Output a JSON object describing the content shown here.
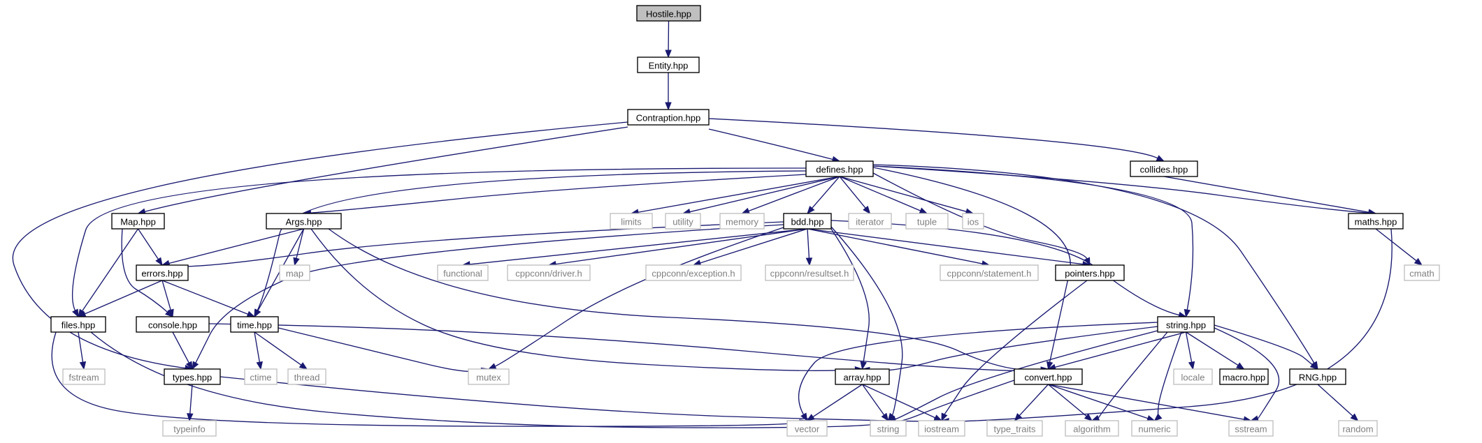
{
  "colors": {
    "edge": "#191970",
    "root_fill": "#bfbfbf",
    "local_border": "#000000",
    "system_border": "#bfbfbf",
    "local_text": "#000000",
    "system_text": "#7f7f7f",
    "background": "#ffffff"
  },
  "nodes": [
    {
      "id": "hostile",
      "label": "Hostile.hpp",
      "kind": "root"
    },
    {
      "id": "entity",
      "label": "Entity.hpp",
      "kind": "local"
    },
    {
      "id": "contraption",
      "label": "Contraption.hpp",
      "kind": "local"
    },
    {
      "id": "defines",
      "label": "defines.hpp",
      "kind": "local"
    },
    {
      "id": "collides",
      "label": "collides.hpp",
      "kind": "local"
    },
    {
      "id": "map",
      "label": "Map.hpp",
      "kind": "local"
    },
    {
      "id": "args",
      "label": "Args.hpp",
      "kind": "local"
    },
    {
      "id": "limits",
      "label": "limits",
      "kind": "system"
    },
    {
      "id": "utility",
      "label": "utility",
      "kind": "system"
    },
    {
      "id": "memory",
      "label": "memory",
      "kind": "system"
    },
    {
      "id": "bdd",
      "label": "bdd.hpp",
      "kind": "local"
    },
    {
      "id": "iterator",
      "label": "iterator",
      "kind": "system"
    },
    {
      "id": "tuple",
      "label": "tuple",
      "kind": "system"
    },
    {
      "id": "ios",
      "label": "ios",
      "kind": "system"
    },
    {
      "id": "maths",
      "label": "maths.hpp",
      "kind": "local"
    },
    {
      "id": "errors",
      "label": "errors.hpp",
      "kind": "local"
    },
    {
      "id": "mapstd",
      "label": "map",
      "kind": "system"
    },
    {
      "id": "functional",
      "label": "functional",
      "kind": "system"
    },
    {
      "id": "driver",
      "label": "cppconn/driver.h",
      "kind": "system"
    },
    {
      "id": "exception",
      "label": "cppconn/exception.h",
      "kind": "system"
    },
    {
      "id": "resultset",
      "label": "cppconn/resultset.h",
      "kind": "system"
    },
    {
      "id": "statement",
      "label": "cppconn/statement.h",
      "kind": "system"
    },
    {
      "id": "pointers",
      "label": "pointers.hpp",
      "kind": "local"
    },
    {
      "id": "cmath",
      "label": "cmath",
      "kind": "system"
    },
    {
      "id": "files",
      "label": "files.hpp",
      "kind": "local"
    },
    {
      "id": "console",
      "label": "console.hpp",
      "kind": "local"
    },
    {
      "id": "time",
      "label": "time.hpp",
      "kind": "local"
    },
    {
      "id": "stringh",
      "label": "string.hpp",
      "kind": "local"
    },
    {
      "id": "fstream",
      "label": "fstream",
      "kind": "system"
    },
    {
      "id": "types",
      "label": "types.hpp",
      "kind": "local"
    },
    {
      "id": "ctime",
      "label": "ctime",
      "kind": "system"
    },
    {
      "id": "thread",
      "label": "thread",
      "kind": "system"
    },
    {
      "id": "mutex",
      "label": "mutex",
      "kind": "system"
    },
    {
      "id": "array",
      "label": "array.hpp",
      "kind": "local"
    },
    {
      "id": "convert",
      "label": "convert.hpp",
      "kind": "local"
    },
    {
      "id": "locale",
      "label": "locale",
      "kind": "system"
    },
    {
      "id": "macro",
      "label": "macro.hpp",
      "kind": "local"
    },
    {
      "id": "rng",
      "label": "RNG.hpp",
      "kind": "local"
    },
    {
      "id": "typeinfo",
      "label": "typeinfo",
      "kind": "system"
    },
    {
      "id": "vector",
      "label": "vector",
      "kind": "system"
    },
    {
      "id": "string",
      "label": "string",
      "kind": "system"
    },
    {
      "id": "iostream",
      "label": "iostream",
      "kind": "system"
    },
    {
      "id": "type_traits",
      "label": "type_traits",
      "kind": "system"
    },
    {
      "id": "algorithm",
      "label": "algorithm",
      "kind": "system"
    },
    {
      "id": "numeric",
      "label": "numeric",
      "kind": "system"
    },
    {
      "id": "sstream",
      "label": "sstream",
      "kind": "system"
    },
    {
      "id": "random",
      "label": "random",
      "kind": "system"
    }
  ],
  "edges": [
    [
      "hostile",
      "entity"
    ],
    [
      "entity",
      "contraption"
    ],
    [
      "contraption",
      "defines"
    ],
    [
      "contraption",
      "collides"
    ],
    [
      "contraption",
      "map"
    ],
    [
      "contraption",
      "types"
    ],
    [
      "collides",
      "maths"
    ],
    [
      "defines",
      "limits"
    ],
    [
      "defines",
      "utility"
    ],
    [
      "defines",
      "memory"
    ],
    [
      "defines",
      "bdd"
    ],
    [
      "defines",
      "iterator"
    ],
    [
      "defines",
      "tuple"
    ],
    [
      "defines",
      "ios"
    ],
    [
      "defines",
      "maths"
    ],
    [
      "defines",
      "args"
    ],
    [
      "defines",
      "files"
    ],
    [
      "defines",
      "time"
    ],
    [
      "defines",
      "pointers"
    ],
    [
      "defines",
      "convert"
    ],
    [
      "defines",
      "stringh"
    ],
    [
      "defines",
      "rng"
    ],
    [
      "map",
      "errors"
    ],
    [
      "map",
      "files"
    ],
    [
      "map",
      "console"
    ],
    [
      "args",
      "mapstd"
    ],
    [
      "args",
      "errors"
    ],
    [
      "args",
      "time"
    ],
    [
      "args",
      "array"
    ],
    [
      "args",
      "convert"
    ],
    [
      "bdd",
      "errors"
    ],
    [
      "bdd",
      "functional"
    ],
    [
      "bdd",
      "driver"
    ],
    [
      "bdd",
      "exception"
    ],
    [
      "bdd",
      "resultset"
    ],
    [
      "bdd",
      "statement"
    ],
    [
      "bdd",
      "pointers"
    ],
    [
      "bdd",
      "stringh"
    ],
    [
      "bdd",
      "mutex"
    ],
    [
      "bdd",
      "types"
    ],
    [
      "bdd",
      "array"
    ],
    [
      "bdd",
      "string"
    ],
    [
      "maths",
      "cmath"
    ],
    [
      "maths",
      "iostream"
    ],
    [
      "errors",
      "files"
    ],
    [
      "errors",
      "console"
    ],
    [
      "errors",
      "time"
    ],
    [
      "files",
      "fstream"
    ],
    [
      "files",
      "vector"
    ],
    [
      "files",
      "string"
    ],
    [
      "console",
      "types"
    ],
    [
      "console",
      "convert"
    ],
    [
      "time",
      "ctime"
    ],
    [
      "time",
      "thread"
    ],
    [
      "time",
      "mutex"
    ],
    [
      "pointers",
      "iostream"
    ],
    [
      "stringh",
      "vector"
    ],
    [
      "stringh",
      "array"
    ],
    [
      "stringh",
      "convert"
    ],
    [
      "stringh",
      "string"
    ],
    [
      "stringh",
      "locale"
    ],
    [
      "stringh",
      "macro"
    ],
    [
      "stringh",
      "rng"
    ],
    [
      "stringh",
      "algorithm"
    ],
    [
      "stringh",
      "numeric"
    ],
    [
      "stringh",
      "sstream"
    ],
    [
      "types",
      "typeinfo"
    ],
    [
      "types",
      "iostream"
    ],
    [
      "array",
      "vector"
    ],
    [
      "array",
      "string"
    ],
    [
      "array",
      "iostream"
    ],
    [
      "convert",
      "string"
    ],
    [
      "convert",
      "type_traits"
    ],
    [
      "convert",
      "algorithm"
    ],
    [
      "convert",
      "numeric"
    ],
    [
      "convert",
      "sstream"
    ],
    [
      "rng",
      "random"
    ]
  ]
}
